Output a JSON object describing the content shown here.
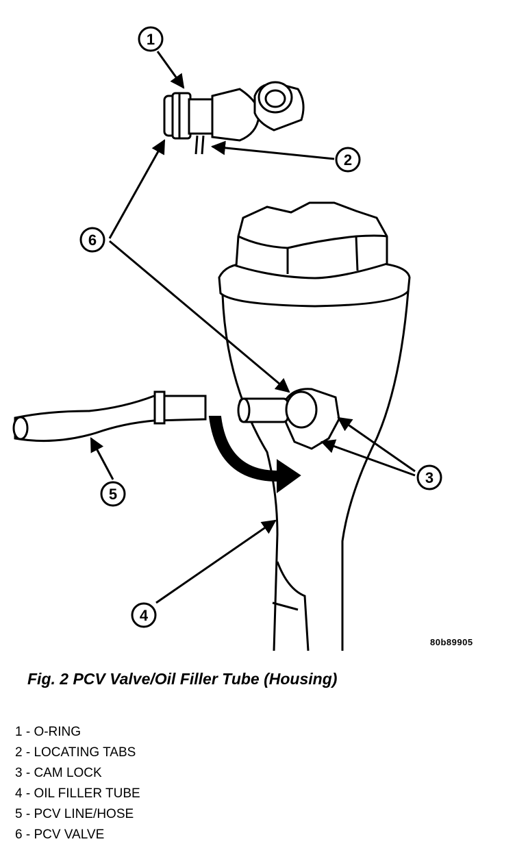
{
  "figure_code": "80b89905",
  "caption": "Fig. 2 PCV Valve/Oil Filler Tube (Housing)",
  "callouts": [
    "1",
    "2",
    "3",
    "4",
    "5",
    "6"
  ],
  "legend": [
    "1 - O-RING",
    "2 - LOCATING TABS",
    "3 - CAM LOCK",
    "4 - OIL FILLER TUBE",
    "5 - PCV LINE/HOSE",
    "6 - PCV VALVE"
  ]
}
